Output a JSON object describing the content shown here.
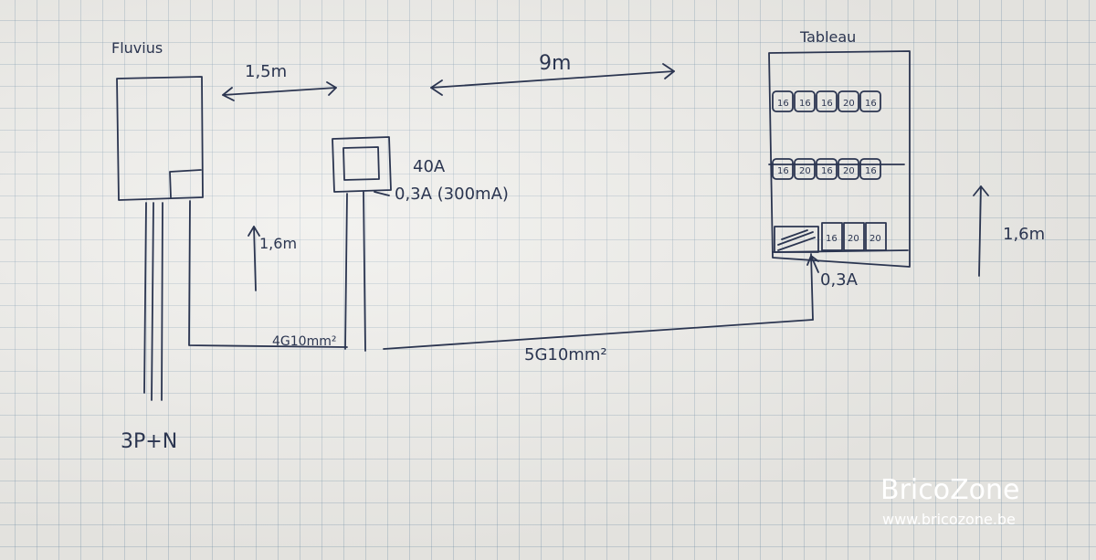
{
  "labels": {
    "fluvius": "Fluvius",
    "tableau": "Tableau",
    "dist_meter_box": "1,5m",
    "dist_box_panel": "9m",
    "main_breaker": "40A",
    "differential": "0,3A (300mA)",
    "height_box": "1,6m",
    "height_panel": "1,6m",
    "cable_meter": "4G10mm²",
    "cable_panel": "5G10mm²",
    "panel_diff": "0,3A",
    "supply": "3P+N"
  },
  "panel": {
    "row1": [
      "16",
      "16",
      "16",
      "20",
      "16"
    ],
    "row2": [
      "16",
      "20",
      "16",
      "20",
      "16"
    ],
    "row3": [
      "16",
      "20",
      "20"
    ]
  },
  "watermark": {
    "brand": "BricoZone",
    "url": "www.bricozone.be"
  }
}
